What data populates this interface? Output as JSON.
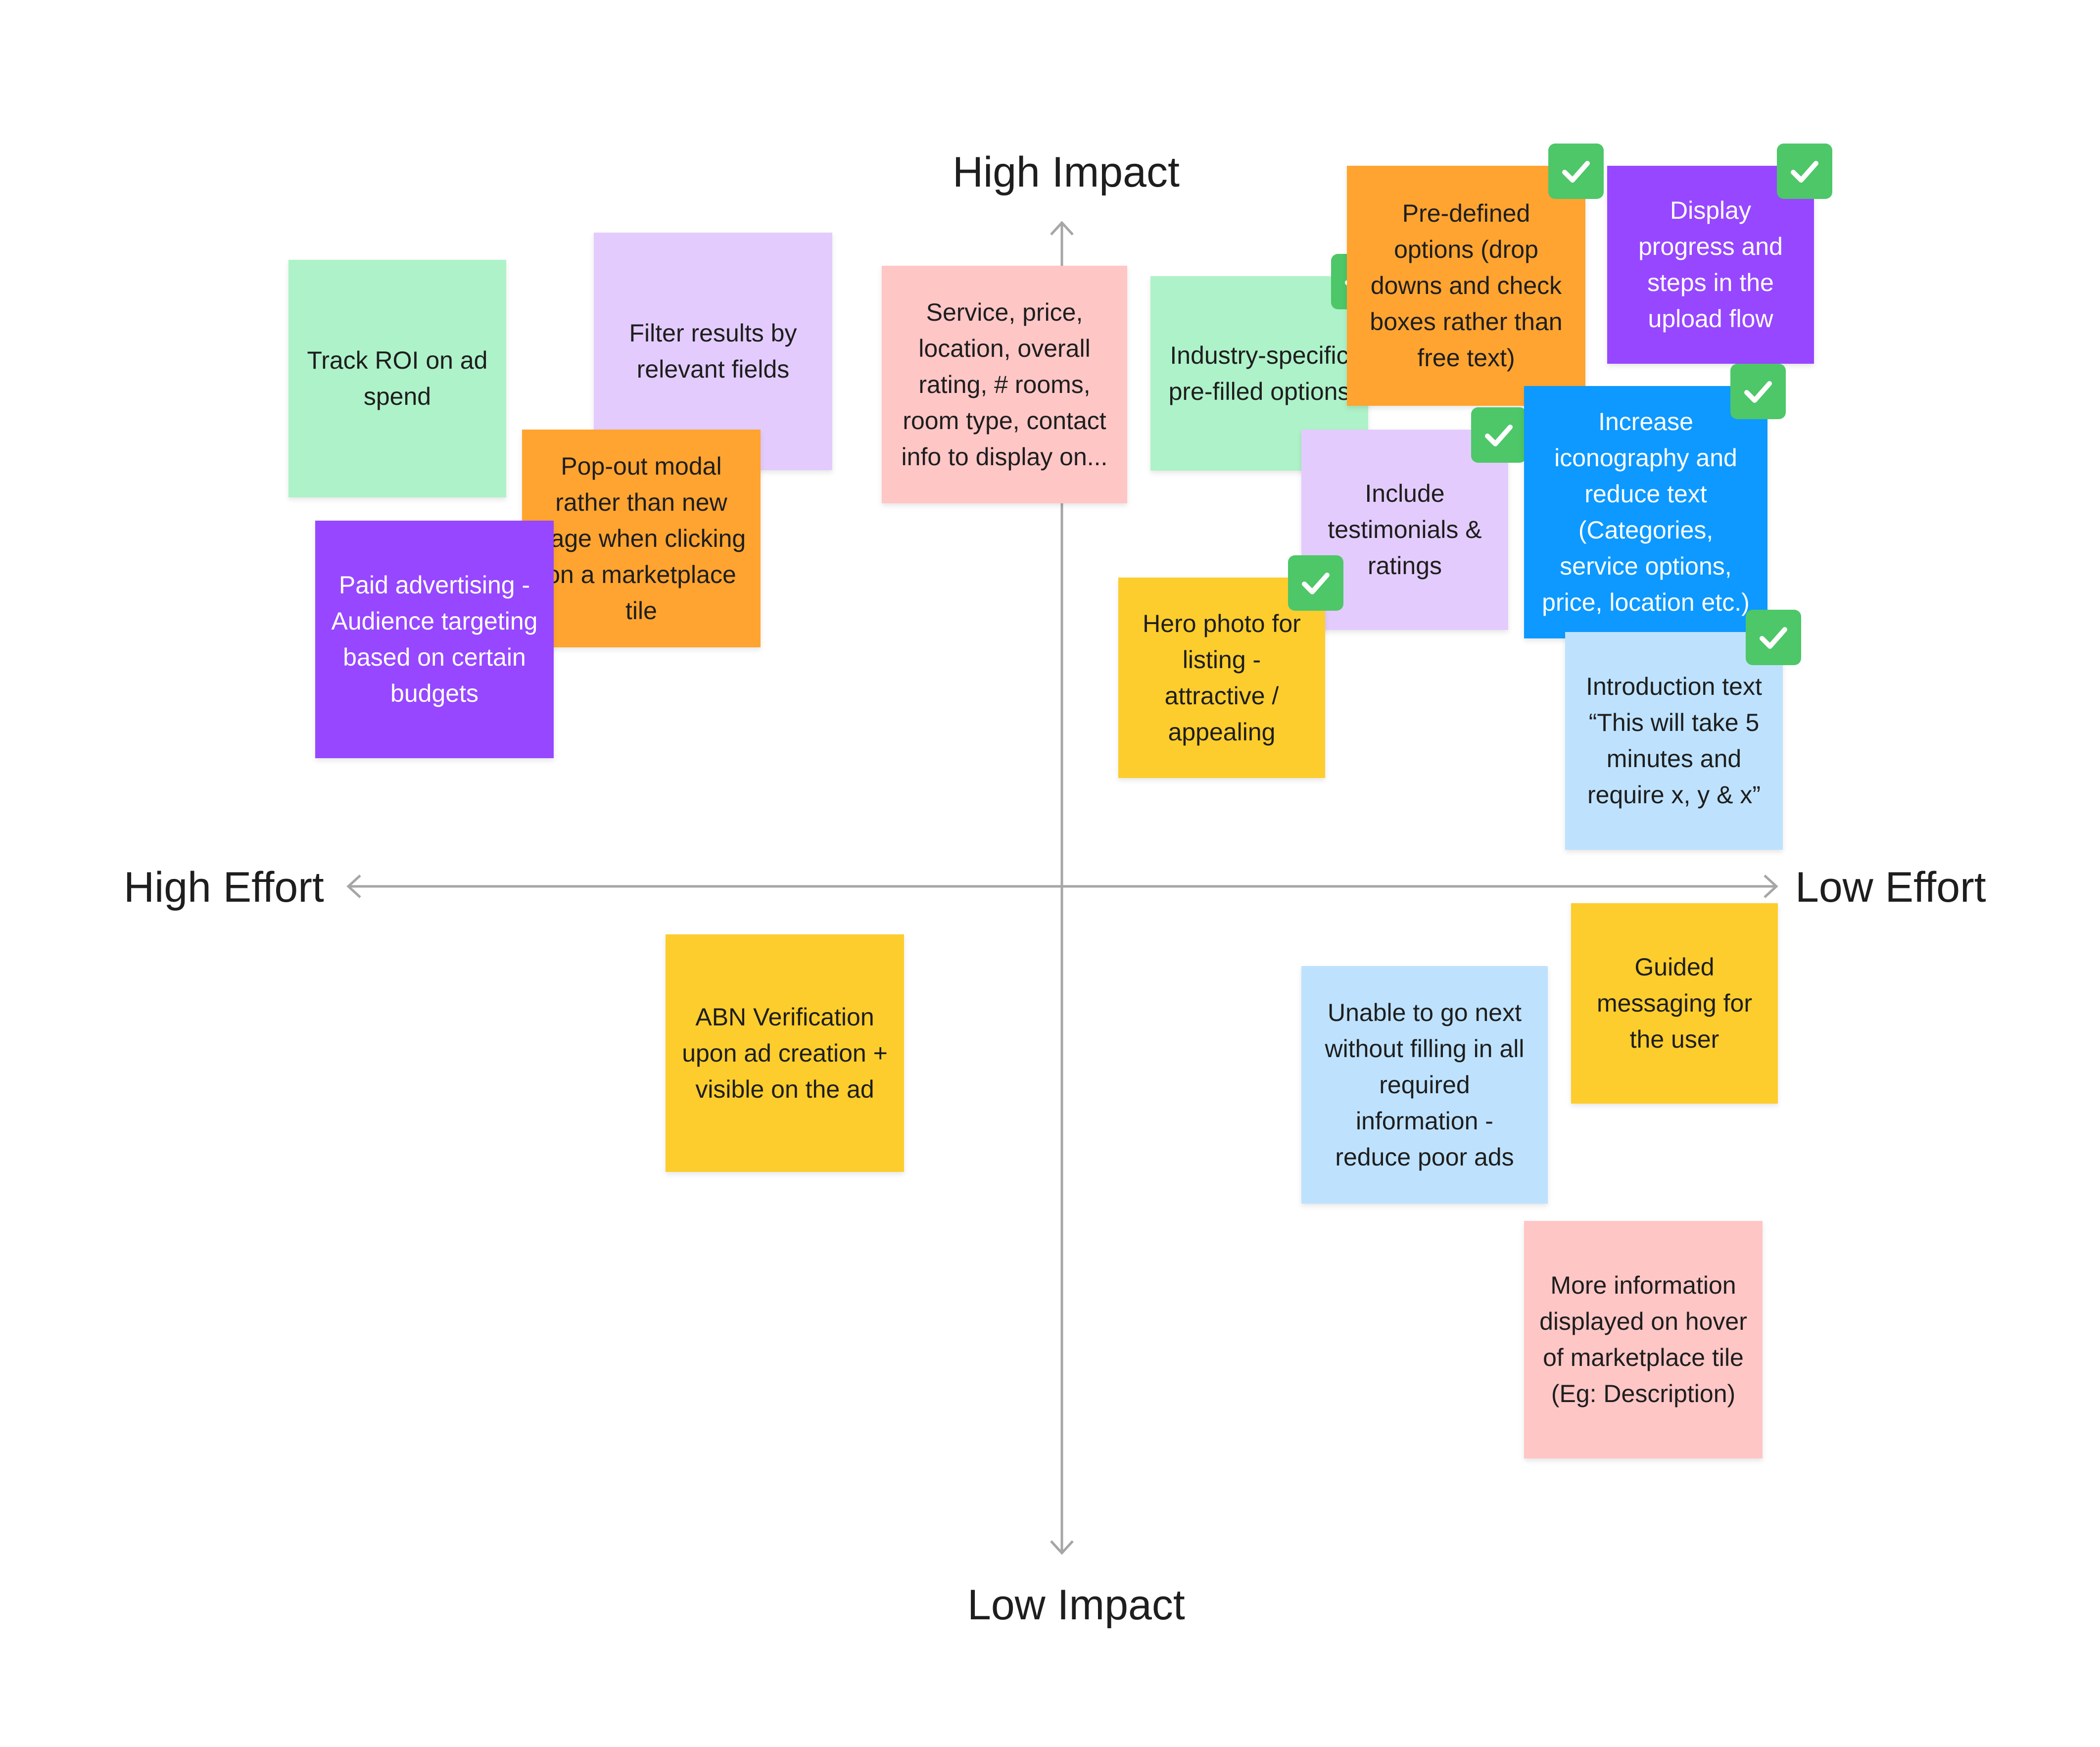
{
  "axes": {
    "top": "High Impact",
    "bottom": "Low Impact",
    "left": "High Effort",
    "right": "Low Effort",
    "line_color": "#a6a6a6"
  },
  "colors": {
    "green": "#aef2c9",
    "lavender": "#e3ccfd",
    "pink": "#ffc6c6",
    "orange": "#ffa430",
    "purple": "#9747ff",
    "blue": "#0d99ff",
    "light_blue": "#bee2fe",
    "yellow": "#fdcd2d",
    "check": "#4dc768"
  },
  "notes": [
    {
      "id": "track-roi",
      "text": "Track ROI on ad spend",
      "color": "green",
      "checked": false
    },
    {
      "id": "filter-results",
      "text": "Filter results by relevant fields",
      "color": "lavender",
      "checked": false
    },
    {
      "id": "pop-out-modal",
      "text": "Pop-out modal rather than new page when clicking on a marketplace tile",
      "color": "orange",
      "checked": false
    },
    {
      "id": "paid-advertising",
      "text": "Paid advertising - Audience targeting based on certain budgets",
      "color": "purple",
      "checked": false
    },
    {
      "id": "service-price",
      "text": "Service, price, location, overall rating, # rooms, room type, contact info to display on...",
      "color": "pink",
      "checked": false
    },
    {
      "id": "industry-specific",
      "text": "Industry-specific pre-filled options",
      "color": "green",
      "checked": true
    },
    {
      "id": "pre-defined-options",
      "text": "Pre-defined options (drop downs and check boxes rather than free text)",
      "color": "orange",
      "checked": true
    },
    {
      "id": "display-progress",
      "text": "Display progress and steps in the upload flow",
      "color": "purple",
      "checked": true
    },
    {
      "id": "include-testimonials",
      "text": "Include testimonials & ratings",
      "color": "lavender",
      "checked": true
    },
    {
      "id": "increase-iconography",
      "text": "Increase iconography and reduce text (Categories, service options, price, location etc.)",
      "color": "blue",
      "checked": true
    },
    {
      "id": "hero-photo",
      "text": "Hero photo for listing - attractive / appealing",
      "color": "yellow",
      "checked": true
    },
    {
      "id": "introduction-text",
      "text": "Introduction text “This will take 5 minutes and require x, y & x”",
      "color": "light_blue",
      "checked": true
    },
    {
      "id": "abn-verification",
      "text": "ABN Verification upon ad creation + visible on the ad",
      "color": "yellow",
      "checked": false
    },
    {
      "id": "guided-messaging",
      "text": "Guided messaging for the user",
      "color": "yellow",
      "checked": false
    },
    {
      "id": "unable-to-go-next",
      "text": "Unable to go next without filling in all required information - reduce poor ads",
      "color": "light_blue",
      "checked": false
    },
    {
      "id": "more-information",
      "text": "More information displayed on hover of marketplace tile (Eg: Description)",
      "color": "pink",
      "checked": false
    }
  ]
}
